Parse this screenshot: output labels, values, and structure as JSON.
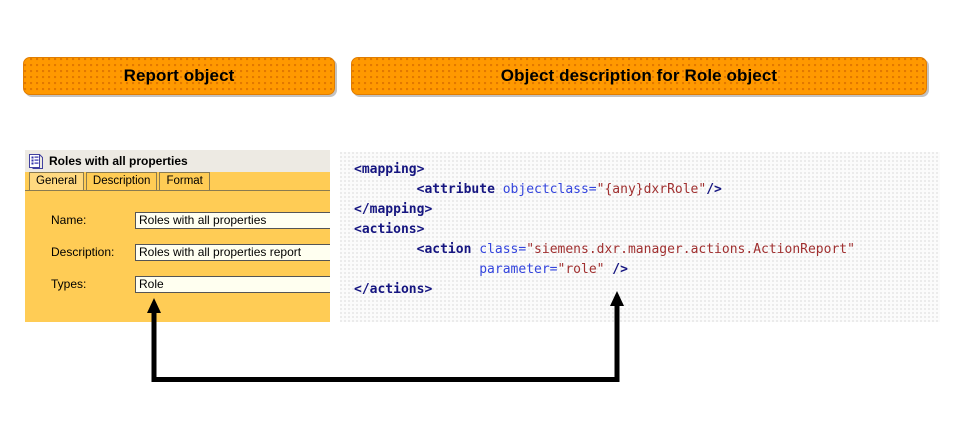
{
  "page": {
    "background": "#ffffff",
    "accent_orange": "#FF9900",
    "panel_gold": "#FFCC55",
    "field_cream": "#FFFFF0"
  },
  "banners": [
    {
      "id": "report-object",
      "label": "Report object"
    },
    {
      "id": "object-description",
      "label": "Object description for Role object"
    }
  ],
  "properties_panel": {
    "icon": "document-list-icon",
    "title": "Roles with all properties",
    "tabs": [
      {
        "label": "General",
        "active": true
      },
      {
        "label": "Description",
        "active": false
      },
      {
        "label": "Format",
        "active": false
      }
    ],
    "fields": [
      {
        "label": "Name:",
        "value": "Roles with all properties"
      },
      {
        "label": "Description:",
        "value": "Roles with all properties report"
      },
      {
        "label": "Types:",
        "value": "Role"
      }
    ]
  },
  "code_block": {
    "language": "xml",
    "colors": {
      "tag": "#151580",
      "attribute": "#3344DD",
      "value": "#A03030"
    },
    "lines": [
      {
        "indent": 0,
        "tokens": [
          {
            "t": "tag",
            "s": "<mapping>"
          }
        ]
      },
      {
        "indent": 1,
        "tokens": [
          {
            "t": "tag",
            "s": "<attribute "
          },
          {
            "t": "attr",
            "s": "objectclass="
          },
          {
            "t": "val",
            "s": "\"{any}dxrRole\""
          },
          {
            "t": "tag",
            "s": "/>"
          }
        ]
      },
      {
        "indent": 0,
        "tokens": [
          {
            "t": "tag",
            "s": "</mapping>"
          }
        ]
      },
      {
        "indent": 0,
        "tokens": [
          {
            "t": "tag",
            "s": "<actions>"
          }
        ]
      },
      {
        "indent": 1,
        "tokens": [
          {
            "t": "tag",
            "s": "<action "
          },
          {
            "t": "attr",
            "s": "class="
          },
          {
            "t": "val",
            "s": "\"siemens.dxr.manager.actions.ActionReport\""
          }
        ]
      },
      {
        "indent": 2,
        "tokens": [
          {
            "t": "attr",
            "s": "parameter="
          },
          {
            "t": "val",
            "s": "\"role\""
          },
          {
            "t": "tag",
            "s": " />"
          }
        ]
      },
      {
        "indent": 0,
        "tokens": [
          {
            "t": "tag",
            "s": "</actions>"
          }
        ]
      }
    ]
  },
  "connector": {
    "description": "double-headed link from Types field to parameter attribute",
    "left_arrow_target": "types-field-value",
    "right_arrow_target": "action-parameter-value",
    "color": "#000000"
  }
}
